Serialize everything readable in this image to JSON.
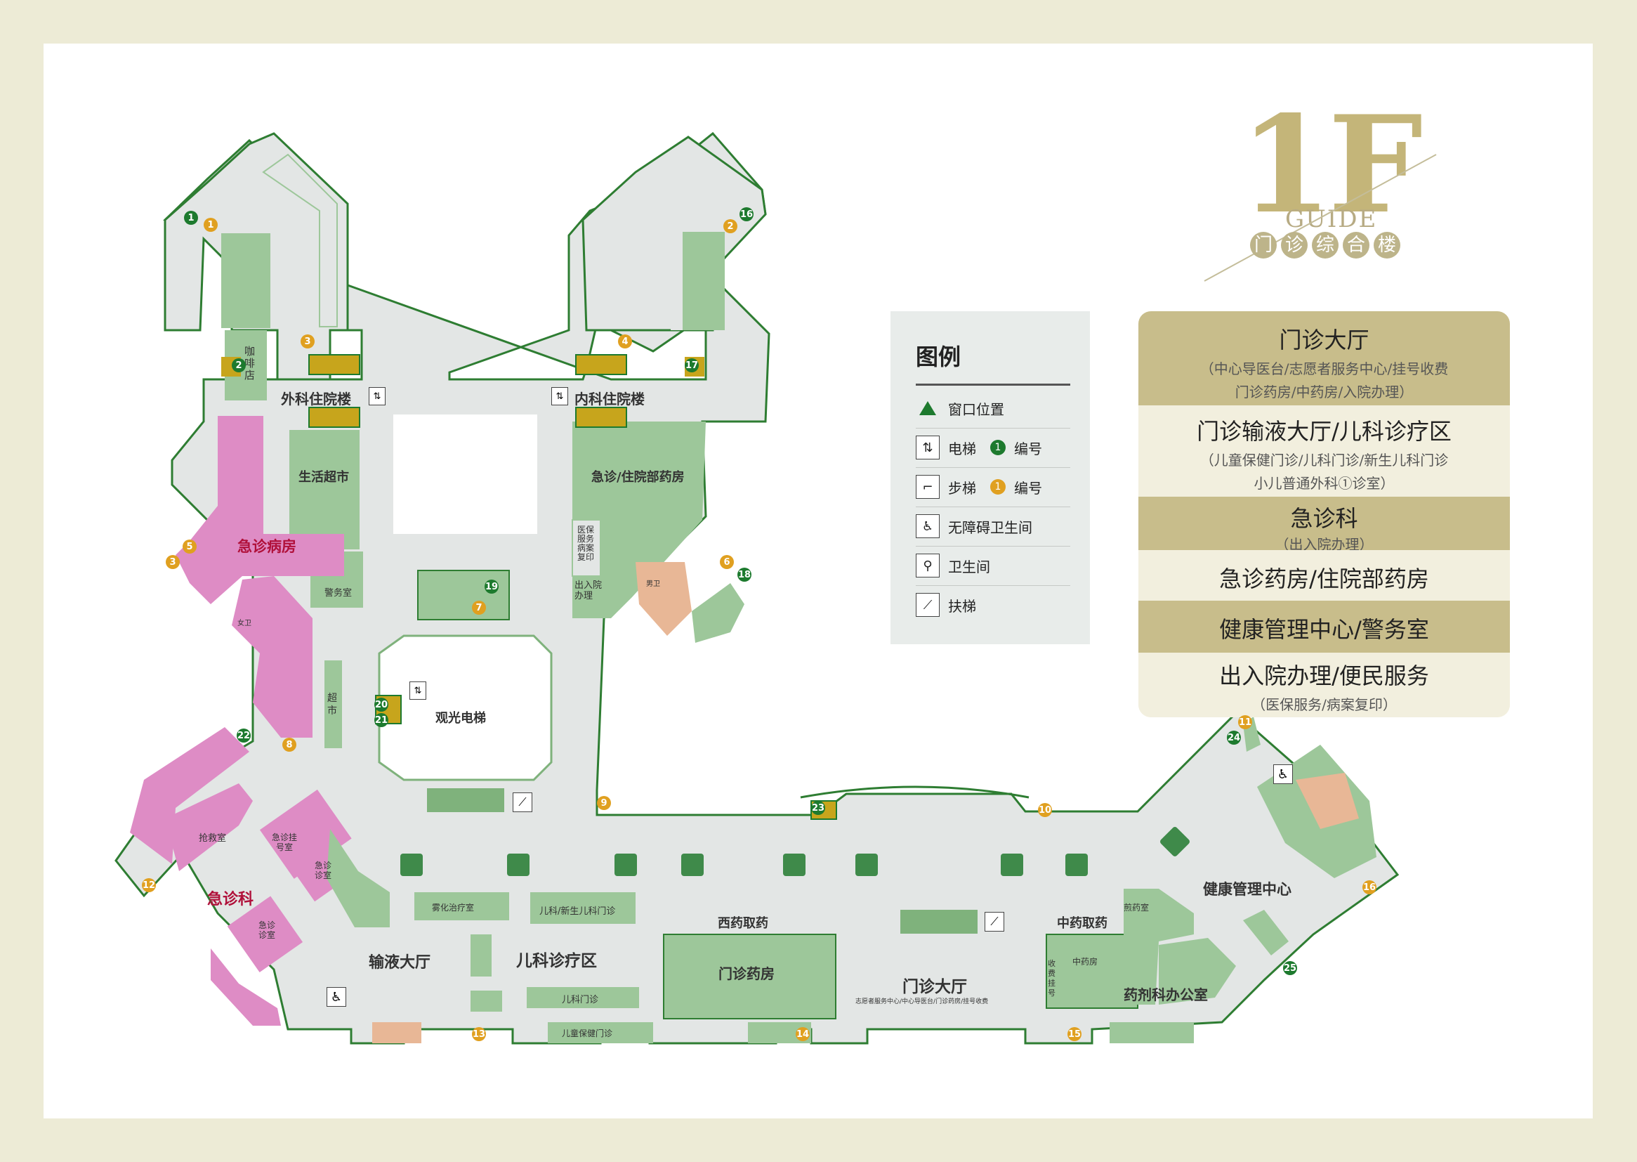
{
  "header": {
    "floor": "1F",
    "guide": "GUIDE",
    "building_chars": [
      "门",
      "诊",
      "综",
      "合",
      "楼"
    ]
  },
  "legend": {
    "title": "图例",
    "items": [
      {
        "label": "窗口位置",
        "icon": "triangle-icon"
      },
      {
        "label": "电梯",
        "icon": "elevator-icon",
        "badge_label": "编号",
        "badge_num": "1",
        "badge_color": "#1d7a2e"
      },
      {
        "label": "步梯",
        "icon": "stairs-icon",
        "badge_label": "编号",
        "badge_num": "1",
        "badge_color": "#e0a020"
      },
      {
        "label": "无障碍卫生间",
        "icon": "accessible-icon"
      },
      {
        "label": "卫生间",
        "icon": "restroom-icon"
      },
      {
        "label": "扶梯",
        "icon": "escalator-icon"
      }
    ]
  },
  "directory": [
    {
      "title": "门诊大厅",
      "sub": [
        "（中心导医台/志愿者服务中心/挂号收费",
        "门诊药房/中药房/入院办理）"
      ],
      "style": "dark"
    },
    {
      "title": "门诊输液大厅/儿科诊疗区",
      "sub": [
        "（儿童保健门诊/儿科门诊/新生儿科门诊",
        "小儿普通外科①诊室）"
      ],
      "style": "light"
    },
    {
      "title": "急诊科",
      "sub": [
        "（出入院办理）"
      ],
      "style": "dark"
    },
    {
      "title": "急诊药房/住院部药房",
      "sub": [],
      "style": "light"
    },
    {
      "title": "健康管理中心/警务室",
      "sub": [],
      "style": "dark"
    },
    {
      "title": "出入院办理/便民服务",
      "sub": [
        "（医保服务/病案复印）"
      ],
      "style": "light"
    }
  ],
  "map_labels": {
    "surgery_building": "外科住院楼",
    "medicine_building": "内科住院楼",
    "cafe": "咖啡店",
    "supermarket": "生活超市",
    "police": "警务室",
    "emergency_ward": "急诊病房",
    "emergency_pharmacy": "急诊/住院部药房",
    "insurance": "医保服务病案复印",
    "admission": "出入院办理",
    "sightseeing_elevator": "观光电梯",
    "supermarket2": "超市",
    "rescue_room": "抢救室",
    "emergency_reg": "急诊挂号室",
    "emergency_consult1": "急诊诊室",
    "emergency_consult2": "急诊诊室",
    "emergency_dept": "急诊科",
    "infusion_hall": "输液大厅",
    "nebulizer": "雾化治疗室",
    "peds_neonatal": "儿科/新生儿科门诊",
    "peds_area": "儿科诊疗区",
    "peds_clinic": "儿科门诊",
    "child_care": "儿童保健门诊",
    "west_pharmacy_pickup": "西药取药",
    "outpatient_pharmacy": "门诊药房",
    "outpatient_hall": "门诊大厅",
    "hall_sub": "志愿者服务中心/中心导医台/门诊药房/挂号收费",
    "tcm_pickup": "中药取药",
    "tcm_pharmacy": "中药房",
    "billing": "收费挂号",
    "decoction": "煎药室",
    "health_center": "健康管理中心",
    "pharmacy_office": "药剂科办公室",
    "women": "女卫",
    "men": "男卫"
  },
  "colors": {
    "corridor": "#e3e6e5",
    "room_green": "#9dc79a",
    "room_green_dark": "#7fb27c",
    "emergency_pink": "#de8cc5",
    "restroom_tan": "#e8b796",
    "wall": "#2e7d32",
    "accent_gold": "#c8bd8b"
  }
}
